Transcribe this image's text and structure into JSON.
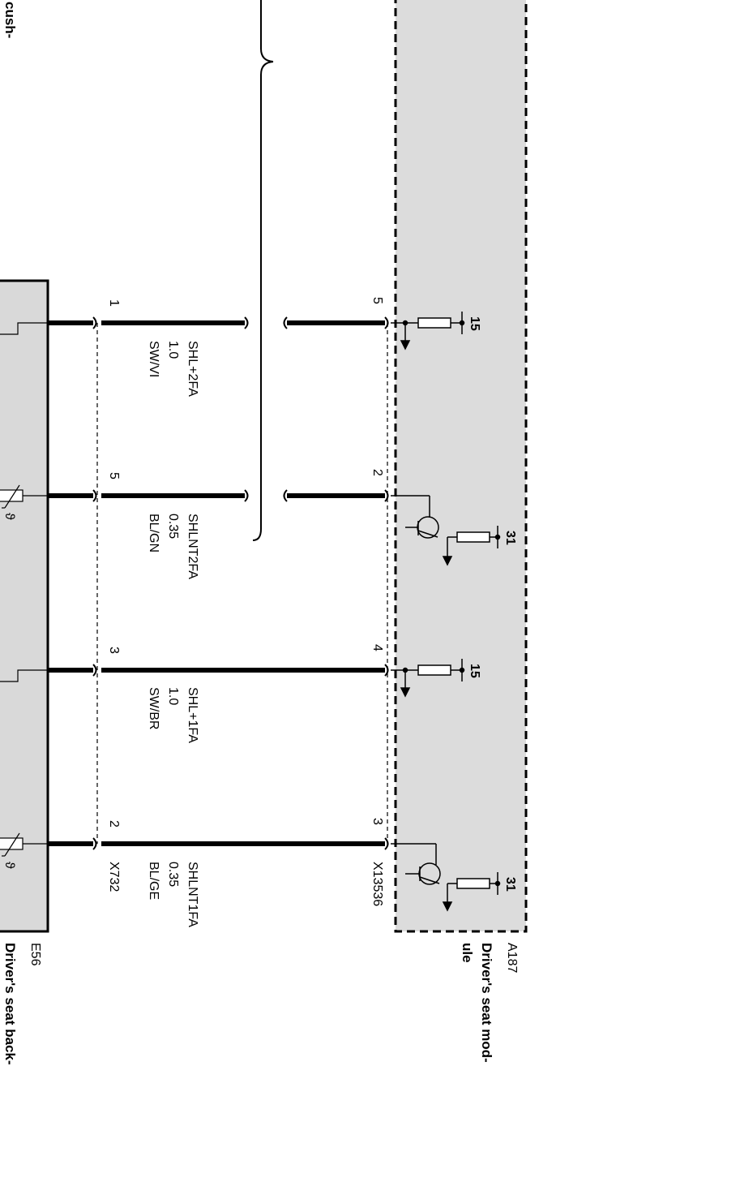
{
  "diagram": {
    "top_left_label": "cush-",
    "module": {
      "id": "A187",
      "name_line1": "Driver's seat mod-",
      "name_line2": "ule",
      "connector": "X13536"
    },
    "backrest": {
      "id": "E56",
      "name": "Driver's seat back-",
      "connector": "X732"
    },
    "wires": [
      {
        "signal": "SHL+2FA",
        "gauge": "1.0",
        "color": "SW/VI",
        "pin_backrest": "1",
        "pin_module": "5",
        "module_circuit": "supply",
        "terminal": "15"
      },
      {
        "signal": "SHLNT2FA",
        "gauge": "0.35",
        "color": "BL/GN",
        "pin_backrest": "5",
        "pin_module": "2",
        "module_circuit": "sensor",
        "terminal": "31"
      },
      {
        "signal": "SHL+1FA",
        "gauge": "1.0",
        "color": "SW/BR",
        "pin_backrest": "3",
        "pin_module": "4",
        "module_circuit": "supply",
        "terminal": "15"
      },
      {
        "signal": "SHLNT1FA",
        "gauge": "0.35",
        "color": "BL/GE",
        "pin_backrest": "2",
        "pin_module": "3",
        "module_circuit": "sensor",
        "terminal": "31"
      }
    ],
    "sensor_symbol": "ϑ",
    "colors": {
      "module_fill": "#dcdcdc",
      "backrest_fill": "#d9d9d9",
      "line": "#000000"
    }
  }
}
